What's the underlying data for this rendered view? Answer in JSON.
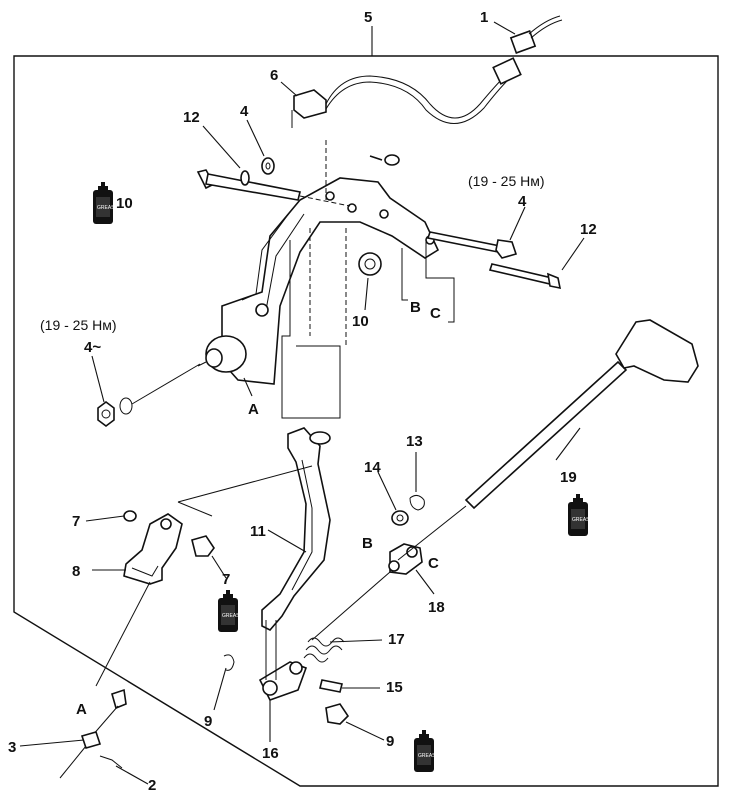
{
  "callouts": {
    "n1": "1",
    "n2": "2",
    "n3": "3",
    "n4a": "4",
    "n4b": "4",
    "n4c": "4~",
    "n5": "5",
    "n6": "6",
    "n7a": "7",
    "n7b": "7",
    "n8": "8",
    "n9a": "9",
    "n9b": "9",
    "n10a": "10",
    "n10b": "10",
    "n11": "11",
    "n12a": "12",
    "n12b": "12",
    "n13": "13",
    "n14": "14",
    "n15": "15",
    "n16": "16",
    "n17": "17",
    "n18": "18",
    "n19": "19"
  },
  "torque": {
    "right": "(19 - 25 Нм)",
    "left": "(19 - 25 Нм)"
  },
  "letters": {
    "a_bracket": "A",
    "b_top": "B",
    "c_top": "C",
    "b_lever": "B",
    "c_lever": "C",
    "a_cable": "A"
  },
  "grease_label": "GREASE",
  "colors": {
    "ink": "#111111",
    "paper": "#ffffff"
  }
}
